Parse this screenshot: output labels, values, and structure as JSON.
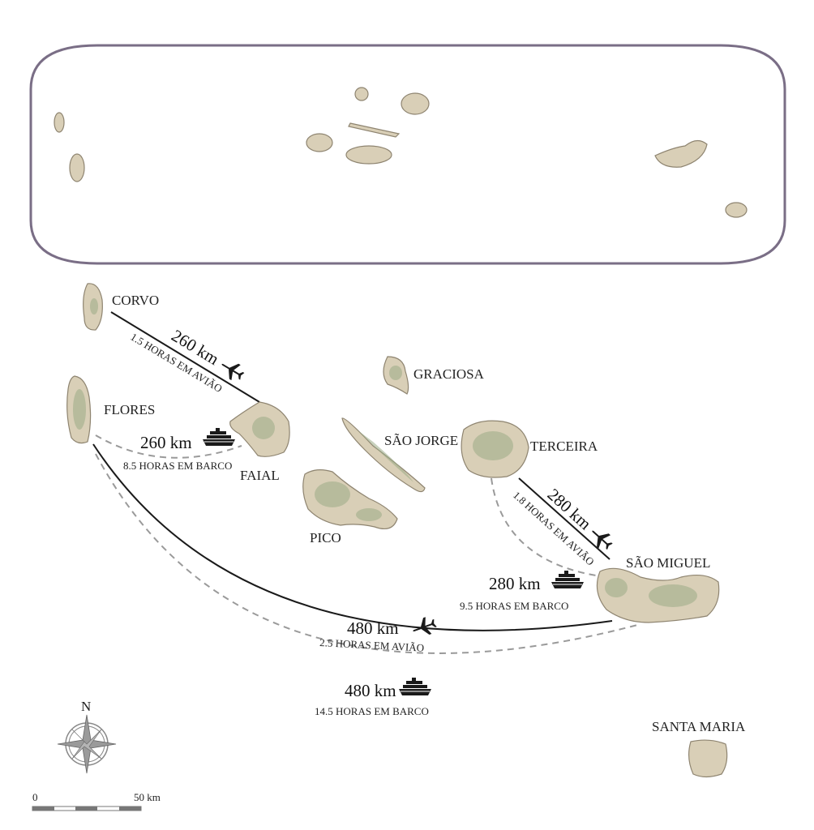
{
  "islands": {
    "corvo": "CORVO",
    "flores": "FLORES",
    "faial": "FAIAL",
    "pico": "PICO",
    "sao_jorge": "SÃO JORGE",
    "graciosa": "GRACIOSA",
    "terceira": "TERCEIRA",
    "sao_miguel": "SÃO MIGUEL",
    "santa_maria": "SANTA MARIA"
  },
  "routes": {
    "corvo_faial_plane": {
      "distance": "260 km",
      "time": "1.5 HORAS EM AVIÃO"
    },
    "flores_faial_boat": {
      "distance": "260 km",
      "time": "8.5 HORAS EM BARCO"
    },
    "terceira_saomiguel_plane": {
      "distance": "280 km",
      "time": "1.8 HORAS EM AVIÃO"
    },
    "terceira_saomiguel_boat": {
      "distance": "280 km",
      "time": "9.5 HORAS EM BARCO"
    },
    "flores_saomiguel_plane": {
      "distance": "480 km",
      "time": "2.5 HORAS EM AVIÃO"
    },
    "flores_saomiguel_boat": {
      "distance": "480 km",
      "time": "14.5 HORAS EM BARCO"
    }
  },
  "compass": {
    "north": "N"
  },
  "scale": {
    "start": "0",
    "end": "50 km"
  },
  "colors": {
    "frame": "#7a6e86",
    "land": "#d9cfb7",
    "relief": "#9bab86",
    "dash": "#9a9a9a"
  }
}
